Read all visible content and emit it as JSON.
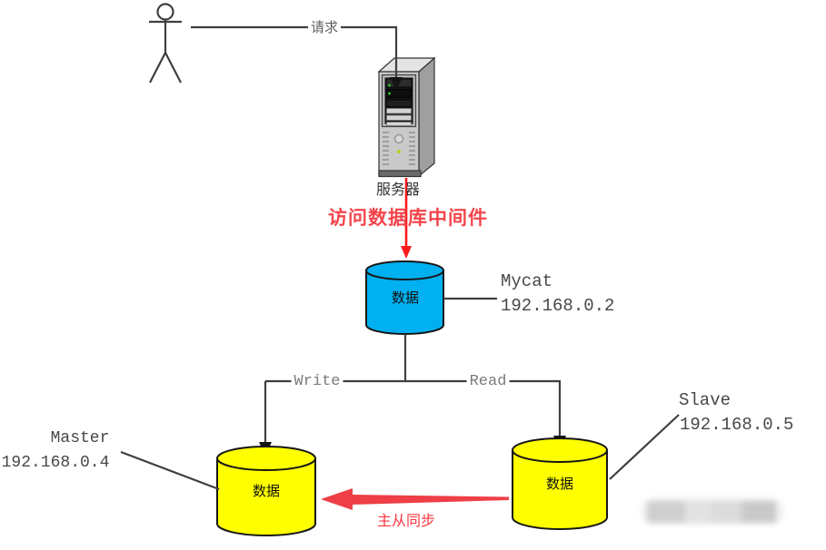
{
  "diagram": {
    "client": {
      "icon": "user-stick-figure",
      "request_label": "请求"
    },
    "server": {
      "icon": "server-tower",
      "label": "服务器"
    },
    "middleware_note": "访问数据库中间件",
    "mycat": {
      "db_label": "数据",
      "name": "Mycat",
      "ip": "192.168.0.2"
    },
    "branches": {
      "write_label": "Write",
      "read_label": "Read"
    },
    "master": {
      "db_label": "数据",
      "name": "Master",
      "ip": "192.168.0.4"
    },
    "slave": {
      "db_label": "数据",
      "name": "Slave",
      "ip": "192.168.0.5"
    },
    "sync": {
      "label": "主从同步"
    }
  },
  "colors": {
    "mycat_cylinder": "#00b0f0",
    "db_cylinder": "#ffff00",
    "arrow_red": "#ff1a1a",
    "sync_red": "#ee3e46",
    "line": "#3f3f3f"
  }
}
